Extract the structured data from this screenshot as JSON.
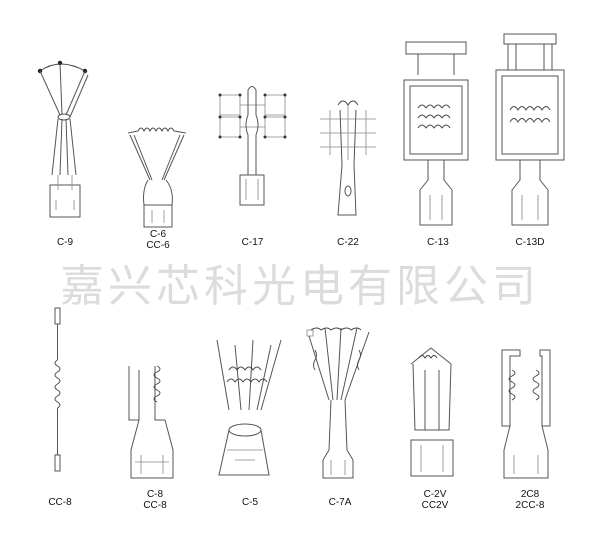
{
  "watermark": "嘉兴芯科光电有限公司",
  "colors": {
    "line": "#555555",
    "watermark": "#dcdcdc",
    "background": "#ffffff"
  },
  "items": [
    {
      "labels": [
        "C-9"
      ]
    },
    {
      "labels": [
        "C-6",
        "CC-6"
      ]
    },
    {
      "labels": [
        "C-17"
      ]
    },
    {
      "labels": [
        "C-22"
      ]
    },
    {
      "labels": [
        "C-13"
      ]
    },
    {
      "labels": [
        "C-13D"
      ]
    },
    {
      "labels": [
        "CC-8"
      ]
    },
    {
      "labels": [
        "C-8",
        "CC-8"
      ]
    },
    {
      "labels": [
        "C-5"
      ]
    },
    {
      "labels": [
        "C-7A"
      ]
    },
    {
      "labels": [
        "C-2V",
        "CC2V"
      ]
    },
    {
      "labels": [
        "2C8",
        "2CC-8"
      ]
    }
  ]
}
